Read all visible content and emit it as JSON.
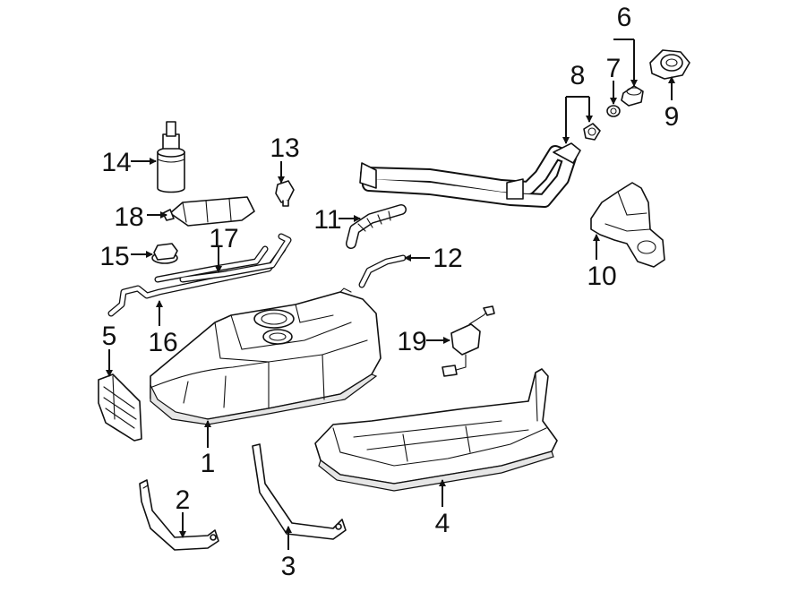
{
  "callouts": {
    "p1": "1",
    "p2": "2",
    "p3": "3",
    "p4": "4",
    "p5": "5",
    "p6": "6",
    "p7": "7",
    "p8": "8",
    "p9": "9",
    "p10": "10",
    "p11": "11",
    "p12": "12",
    "p13": "13",
    "p14": "14",
    "p15": "15",
    "p16": "16",
    "p17": "17",
    "p18": "18",
    "p19": "19"
  }
}
